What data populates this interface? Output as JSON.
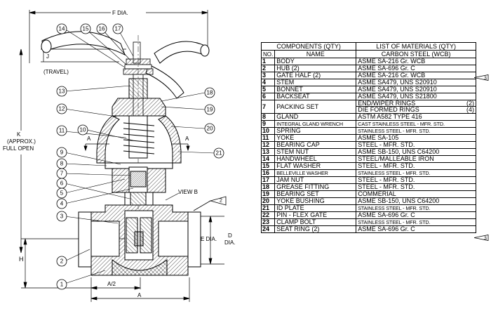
{
  "drawing": {
    "labels": {
      "f_dia": "F DIA.",
      "j": "J",
      "travel": "(TRAVEL)",
      "k": "K",
      "approx": "(APPROX.)",
      "full_open": "FULL OPEN",
      "view_b": "VIEW B",
      "e_dia": "E DIA.",
      "d": "D",
      "d_dia": "DIA.",
      "h": "H",
      "a_half": "A/2",
      "a": "A",
      "section_a_left": "A",
      "section_a_right": "A"
    },
    "callouts": [
      "1",
      "2",
      "3",
      "4",
      "5",
      "6",
      "7",
      "8",
      "9",
      "10",
      "11",
      "12",
      "13",
      "14",
      "15",
      "16",
      "17",
      "18",
      "19",
      "20",
      "21"
    ],
    "flag_number": "2"
  },
  "bom": {
    "header_components": "COMPONENTS (QTY)",
    "header_materials": "LIST OF MATERIALS (QTY)",
    "subheader_no": "NO.",
    "subheader_name": "NAME",
    "subheader_material": "CARBON STEEL (WCB)",
    "flag_number": "3",
    "rows": [
      {
        "no": "1",
        "name": "BODY",
        "material": "ASME SA-216 Gr. WCB"
      },
      {
        "no": "2",
        "name": "HUB (2)",
        "material": "ASME SA-696 Gr. C"
      },
      {
        "no": "3",
        "name": "GATE HALF (2)",
        "material": "ASME SA-216 Gr. WCB"
      },
      {
        "no": "4",
        "name": "STEM",
        "material": "ASME SA479, UNS S20910"
      },
      {
        "no": "5",
        "name": "BONNET",
        "material": "ASME SA479, UNS S20910"
      },
      {
        "no": "6",
        "name": "BACKSEAT",
        "material": "ASME SA479, UNS S21800"
      },
      {
        "no": "7",
        "name": "PACKING SET",
        "material": "END/WIPER RINGS",
        "material_qty": "(2)",
        "material2": "DIE FORMED RINGS",
        "material2_qty": "(4)"
      },
      {
        "no": "8",
        "name": "GLAND",
        "material": "ASTM A582 TYPE 416"
      },
      {
        "no": "9",
        "name": "INTEGRAL GLAND WRENCH",
        "material": "CAST STAINLESS STEEL - MFR. STD."
      },
      {
        "no": "10",
        "name": "SPRING",
        "material": "STAINLESS STEEL - MFR. STD."
      },
      {
        "no": "11",
        "name": "YOKE",
        "material": "ASME SA-105"
      },
      {
        "no": "12",
        "name": "BEARING CAP",
        "material": "STEEL - MFR. STD."
      },
      {
        "no": "13",
        "name": "STEM NUT",
        "material": "ASME SB-150, UNS C64200"
      },
      {
        "no": "14",
        "name": "HANDWHEEL",
        "material": "STEEL/MALLEABLE IRON"
      },
      {
        "no": "15",
        "name": "FLAT WASHER",
        "material": "STEEL - MFR. STD."
      },
      {
        "no": "16",
        "name": "BELLEVILLE WASHER",
        "material": "STAINLESS STEEL - MFR. STD."
      },
      {
        "no": "17",
        "name": "JAM NUT",
        "material": "STEEL - MFR. STD."
      },
      {
        "no": "18",
        "name": "GREASE FITTING",
        "material": "STEEL - MFR. STD."
      },
      {
        "no": "19",
        "name": "BEARING SET",
        "material": "COMMERIAL"
      },
      {
        "no": "20",
        "name": "YOKE BUSHING",
        "material": "ASME SB-150, UNS C64200"
      },
      {
        "no": "21",
        "name": "ID PLATE",
        "material": "STAINLESS STEEL - MFR. STD."
      },
      {
        "no": "22",
        "name": "PIN - FLEX GATE",
        "material": "ASME SA-696 Gr. C"
      },
      {
        "no": "23",
        "name": "CLAMP BOLT",
        "material": "STAINLESS STEEL - MFR. STD."
      },
      {
        "no": "24",
        "name": "SEAT RING (2)",
        "material": "ASME SA-696 Gr. C"
      }
    ]
  }
}
